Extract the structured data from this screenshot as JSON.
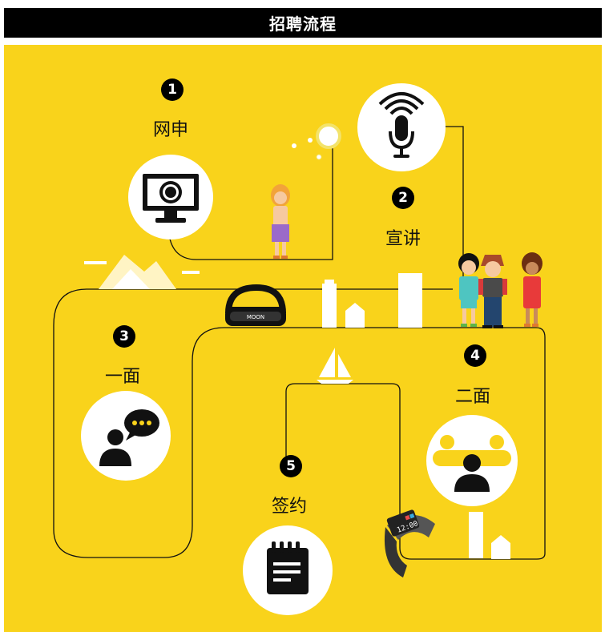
{
  "title": "招聘流程",
  "steps": [
    {
      "number": "1",
      "label": "网申",
      "icon": "monitor-icon"
    },
    {
      "number": "2",
      "label": "宣讲",
      "icon": "microphone-icon"
    },
    {
      "number": "3",
      "label": "一面",
      "icon": "chat-person-icon"
    },
    {
      "number": "4",
      "label": "二面",
      "icon": "group-interview-icon"
    },
    {
      "number": "5",
      "label": "签约",
      "icon": "notepad-icon"
    }
  ],
  "decorations": {
    "vr_headset_text": "MOON",
    "watch_time": "12:00"
  },
  "colors": {
    "background": "#f9d31b",
    "title_bar": "#000000",
    "path": "#111111"
  }
}
